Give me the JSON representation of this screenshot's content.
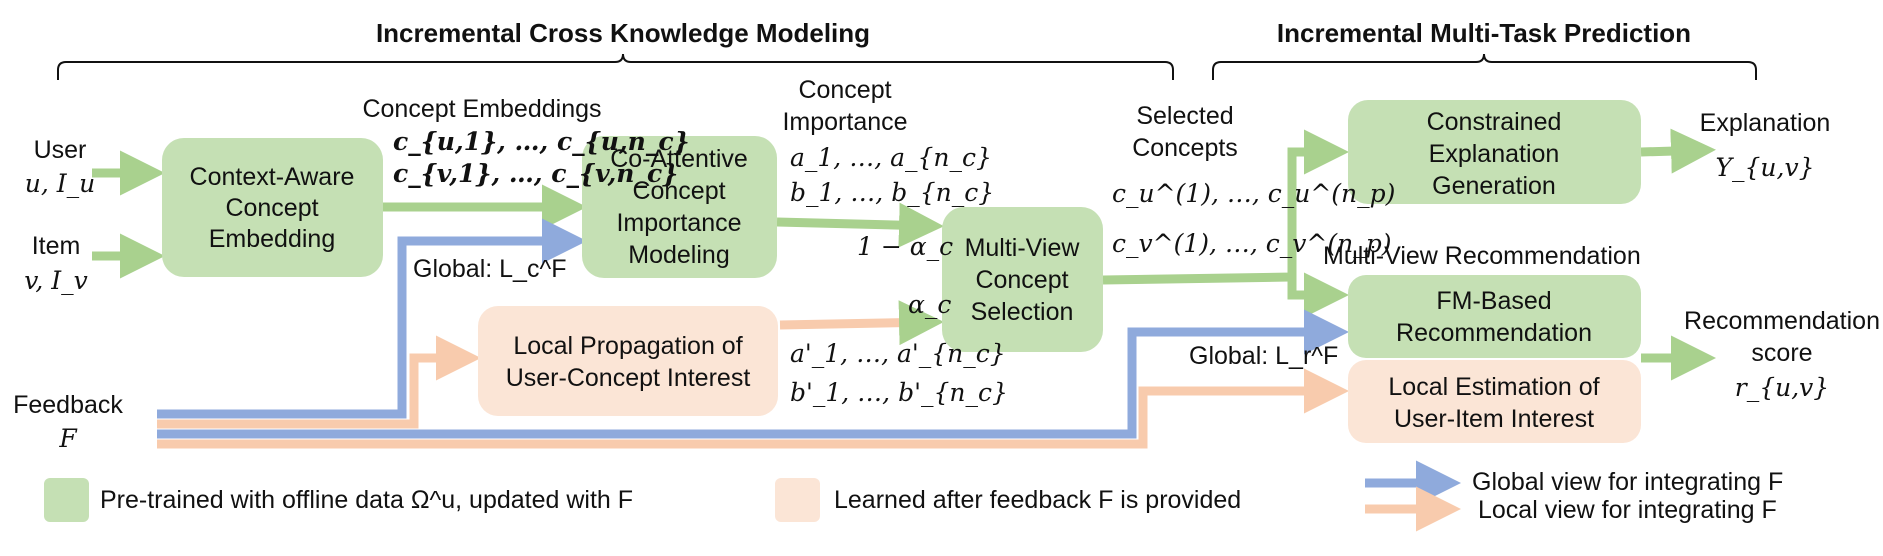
{
  "headers": {
    "left": "Incremental Cross Knowledge Modeling",
    "right": "Incremental Multi-Task Prediction"
  },
  "inputs": {
    "user_label": "User",
    "user_math": "u, I_u",
    "item_label": "Item",
    "item_math": "v, I_v",
    "feedback_label": "Feedback",
    "feedback_math": "F"
  },
  "boxes": {
    "context_embedding": [
      "Context-Aware",
      "Concept",
      "Embedding"
    ],
    "co_attentive": [
      "Co-Attentive",
      "Concept",
      "Importance",
      "Modeling"
    ],
    "local_propagation": [
      "Local Propagation of",
      "User-Concept Interest"
    ],
    "multi_view_selection": [
      "Multi-View",
      "Concept",
      "Selection"
    ],
    "constrained_explanation": [
      "Constrained",
      "Explanation",
      "Generation"
    ],
    "fm_recommendation": [
      "FM-Based",
      "Recommendation"
    ],
    "local_estimation": [
      "Local Estimation of",
      "User-Item Interest"
    ]
  },
  "labels": {
    "concept_embeddings": "Concept Embeddings",
    "emb_user": "c_{u,1}, …, c_{u,n_c}",
    "emb_item": "c_{v,1}, …, c_{v,n_c}",
    "concept_importance": [
      "Concept",
      "Importance"
    ],
    "imp_a": "a_1, …, a_{n_c}",
    "imp_b": "b_1, …, b_{n_c}",
    "one_minus_alpha": "1 − α_c",
    "alpha": "α_c",
    "local_a": "a'_1, …, a'_{n_c}",
    "local_b": "b'_1, …, b'_{n_c}",
    "global_c": "Global: L_c^F",
    "selected_concepts": [
      "Selected",
      "Concepts"
    ],
    "sel_u": "c_u^(1), …, c_u^(n_p)",
    "sel_v": "c_v^(1), …, c_v^(n_p)",
    "multi_view_rec": "Multi-View Recommendation",
    "global_r": "Global: L_r^F",
    "explanation": "Explanation",
    "explanation_math": "Y_{u,v}",
    "rec_score": [
      "Recommendation",
      "score"
    ],
    "rec_score_math": "r_{u,v}"
  },
  "legend": {
    "pretrained": "Pre-trained with offline data Ω^u, updated with F",
    "learned": "Learned after feedback F is provided",
    "global_view": "Global view for integrating F",
    "local_view": "Local view for integrating F"
  },
  "colors": {
    "green_box": "#c5e0b4",
    "green_arrow": "#a9d18e",
    "orange_box": "#fbe5d6",
    "orange_arrow": "#f8cbad",
    "blue_arrow": "#8faadc"
  }
}
